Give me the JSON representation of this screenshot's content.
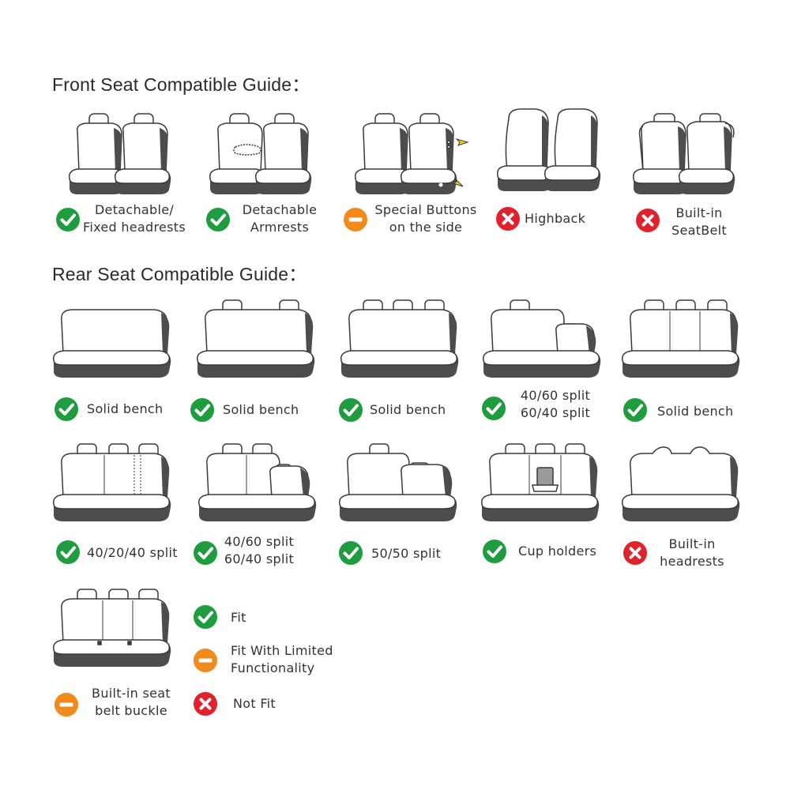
{
  "front": {
    "heading": "Front Seat Compatible Guide：",
    "items": [
      {
        "line1": "Detachable/",
        "line2": "Fixed headrests",
        "status": "fit"
      },
      {
        "line1": "Detachable",
        "line2": "Armrests",
        "status": "fit"
      },
      {
        "line1": "Special Buttons",
        "line2": "on the side",
        "status": "limited"
      },
      {
        "line1": "Highback",
        "line2": "",
        "status": "not-fit"
      },
      {
        "line1": "Built-in",
        "line2": "SeatBelt",
        "status": "not-fit"
      }
    ]
  },
  "rear": {
    "heading": "Rear Seat Compatible Guide：",
    "row1": [
      {
        "line1": "Solid bench",
        "line2": "",
        "status": "fit"
      },
      {
        "line1": "Solid bench",
        "line2": "",
        "status": "fit"
      },
      {
        "line1": "Solid bench",
        "line2": "",
        "status": "fit"
      },
      {
        "line1": "40/60 split",
        "line2": "60/40 split",
        "status": "fit"
      },
      {
        "line1": "Solid bench",
        "line2": "",
        "status": "fit"
      }
    ],
    "row2": [
      {
        "line1": "40/20/40 split",
        "line2": "",
        "status": "fit"
      },
      {
        "line1": "40/60 split",
        "line2": "60/40 split",
        "status": "fit"
      },
      {
        "line1": "50/50 split",
        "line2": "",
        "status": "fit"
      },
      {
        "line1": "Cup holders",
        "line2": "",
        "status": "fit"
      },
      {
        "line1": "Built-in",
        "line2": "headrests",
        "status": "not-fit"
      }
    ],
    "row3": [
      {
        "line1": "Built-in seat",
        "line2": "belt buckle",
        "status": "limited"
      }
    ]
  },
  "legend": [
    {
      "status": "fit",
      "line1": "Fit",
      "line2": ""
    },
    {
      "status": "limited",
      "line1": "Fit With Limited",
      "line2": "Functionality"
    },
    {
      "status": "not-fit",
      "line1": "Not Fit",
      "line2": ""
    }
  ],
  "colors": {
    "fit": "#1f9c3e",
    "limited": "#f08a1a",
    "not_fit": "#e0222c",
    "outline": "#3a3a3a",
    "shadow": "#4d4d4d"
  }
}
